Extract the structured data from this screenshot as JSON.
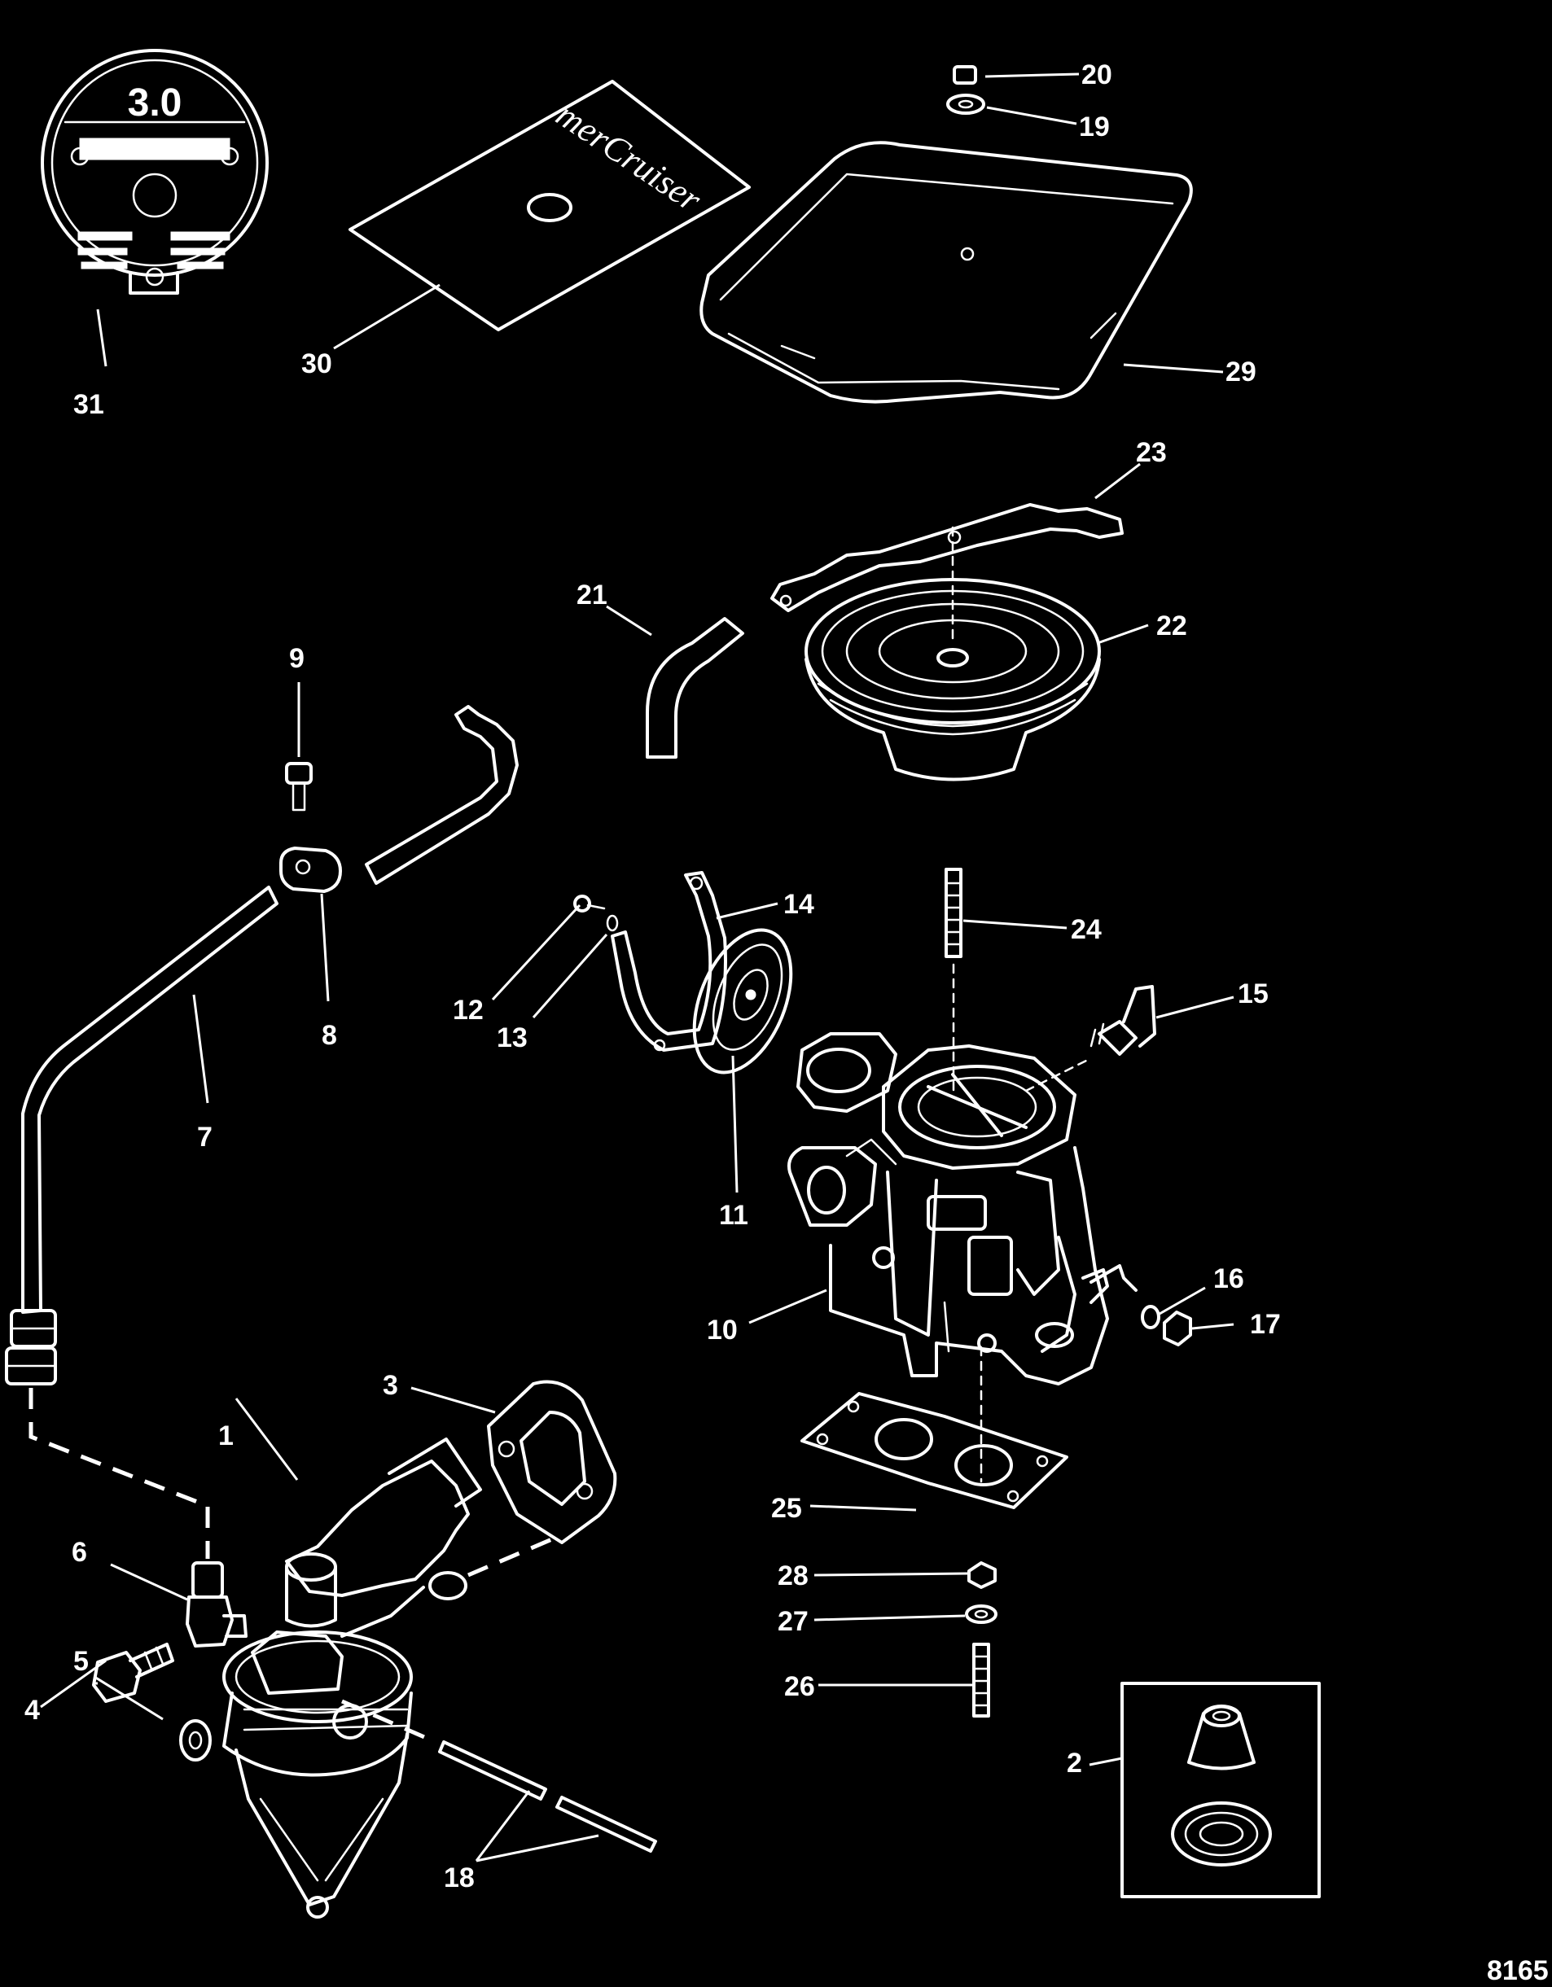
{
  "figure_number": "8165",
  "brand_text": "merCruiser",
  "plate_text": "3.0",
  "parts": {
    "p1": "1",
    "p2": "2",
    "p3": "3",
    "p4": "4",
    "p5": "5",
    "p6": "6",
    "p7": "7",
    "p8": "8",
    "p9": "9",
    "p10": "10",
    "p11": "11",
    "p12": "12",
    "p13": "13",
    "p14": "14",
    "p15": "15",
    "p16": "16",
    "p17": "17",
    "p18": "18",
    "p19": "19",
    "p20": "20",
    "p21": "21",
    "p22": "22",
    "p23": "23",
    "p24": "24",
    "p25": "25",
    "p26": "26",
    "p27": "27",
    "p28": "28",
    "p29": "29",
    "p30": "30",
    "p31": "31"
  },
  "colors": {
    "background": "#000000",
    "line": "#ffffff"
  }
}
